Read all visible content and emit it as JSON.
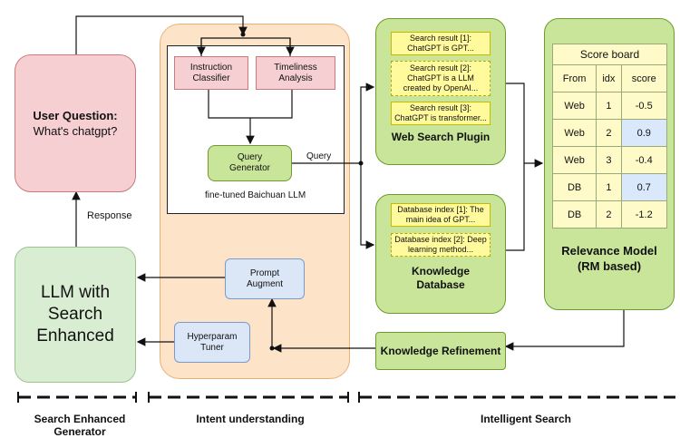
{
  "user_question": {
    "title": "User Question:",
    "text": "What's chatgpt?"
  },
  "response_label": "Response",
  "llm_search": "LLM with Search Enhanced",
  "intent": {
    "instruction_classifier": "Instruction Classifier",
    "timeliness_analysis": "Timeliness Analysis",
    "query_generator": "Query Generator",
    "query_label": "Query",
    "finetuned_label": "fine-tuned Baichuan LLM",
    "prompt_augment": "Prompt Augment",
    "hyperparam_tuner": "Hyperparam Tuner"
  },
  "web_search": {
    "results": [
      "Search result [1]: ChatGPT is GPT...",
      "Search result [2]: ChatGPT is a LLM created by OpenAI...",
      "Search result [3]: ChatGPT is transformer..."
    ],
    "label": "Web Search Plugin"
  },
  "knowledge_db": {
    "items": [
      "Database index [1]: The main idea of GPT...",
      "Database index [2]: Deep learning method..."
    ],
    "label": "Knowledge Database"
  },
  "score_board": {
    "title": "Score board",
    "headers": [
      "From",
      "idx",
      "score"
    ],
    "rows": [
      [
        "Web",
        "1",
        "-0.5"
      ],
      [
        "Web",
        "2",
        "0.9"
      ],
      [
        "Web",
        "3",
        "-0.4"
      ],
      [
        "DB",
        "1",
        "0.7"
      ],
      [
        "DB",
        "2",
        "-1.2"
      ]
    ],
    "highlight_color": "#d9e8fb"
  },
  "relevance_model": "Relevance Model (RM based)",
  "knowledge_refinement": "Knowledge Refinement",
  "sections": [
    "Search Enhanced Generator",
    "Intent understanding",
    "Intelligent Search"
  ],
  "colors": {
    "pink": "#f6cfd2",
    "green": "#c9e59a",
    "light_green": "#d9edd2",
    "blue": "#dbe7f7",
    "orange": "#fde3c8",
    "yellow": "#fffa9c"
  }
}
